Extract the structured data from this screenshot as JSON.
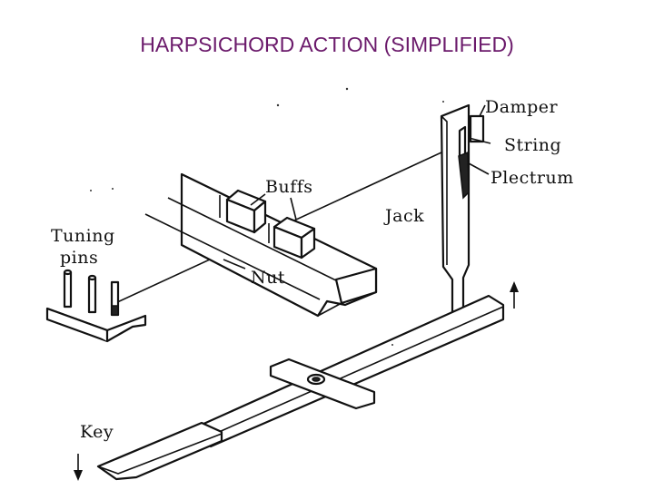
{
  "title": "HARPSICHORD ACTION (SIMPLIFIED)",
  "labels": {
    "damper": "Damper",
    "string": "String",
    "plectrum": "Plectrum",
    "buffs": "Buffs",
    "jack": "Jack",
    "tuning_pins_line1": "Tuning",
    "tuning_pins_line2": "pins",
    "nut": "Nut",
    "key": "Key"
  }
}
